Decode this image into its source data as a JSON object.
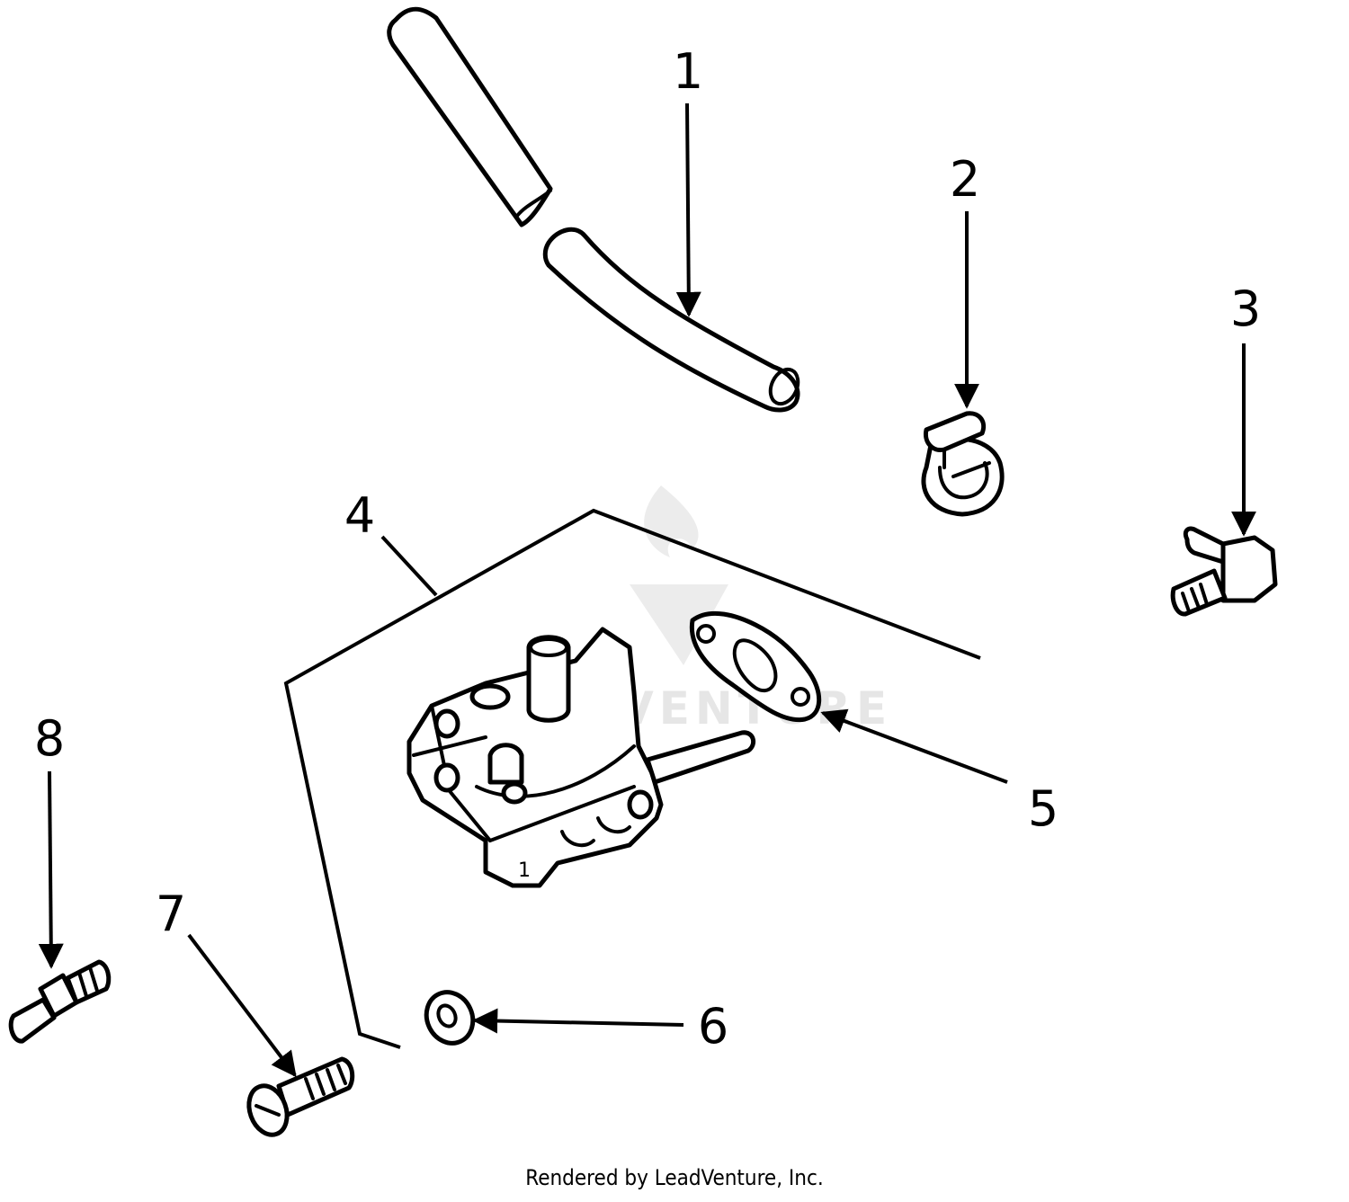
{
  "diagram": {
    "callouts": [
      "1",
      "2",
      "3",
      "4",
      "5",
      "6",
      "7",
      "8"
    ],
    "watermark": "LEADVENTURE",
    "credit": "Rendered by LeadVenture, Inc."
  },
  "colors": {
    "line": "#000000",
    "background": "#ffffff",
    "watermark": "#e6e6e6"
  }
}
